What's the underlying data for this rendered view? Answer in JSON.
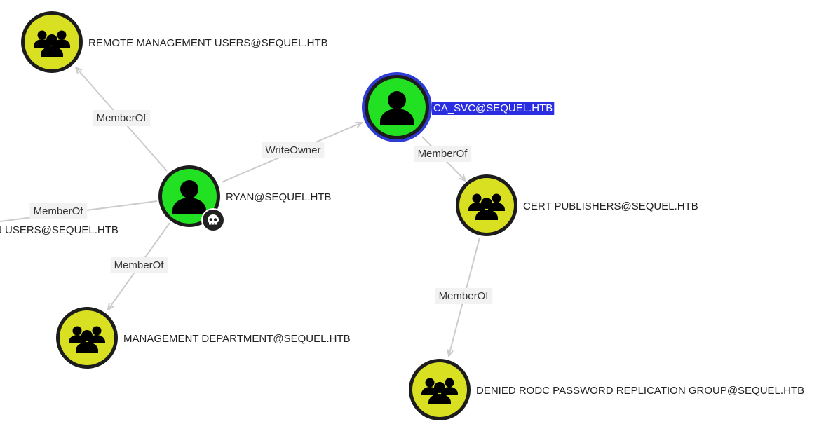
{
  "graph": {
    "colors": {
      "group_fill": "#d9e021",
      "user_fill": "#22e022",
      "node_border": "#1c1c1c",
      "icon": "#000000",
      "edge": "#cccccc",
      "edge_label_bg": "#f2f2f2",
      "selected_border": "#2f3bd6",
      "selected_label_bg": "#2a2ee0",
      "owned_badge": "#222222"
    },
    "nodes": [
      {
        "id": "remote_mgmt",
        "label": "REMOTE MANAGEMENT USERS@SEQUEL.HTB",
        "kind": "group",
        "icon": "group-icon"
      },
      {
        "id": "ca_svc",
        "label": "CA_SVC@SEQUEL.HTB",
        "kind": "user",
        "icon": "user-icon",
        "selected": true
      },
      {
        "id": "ryan",
        "label": "RYAN@SEQUEL.HTB",
        "kind": "user",
        "icon": "user-icon",
        "owned": true,
        "badge_icon": "skull-icon"
      },
      {
        "id": "cert_publishers",
        "label": "CERT PUBLISHERS@SEQUEL.HTB",
        "kind": "group",
        "icon": "group-icon"
      },
      {
        "id": "n_users",
        "label": "N USERS@SEQUEL.HTB",
        "kind": "group",
        "icon": "group-icon",
        "offscreen": true
      },
      {
        "id": "mgmt_dept",
        "label": "MANAGEMENT DEPARTMENT@SEQUEL.HTB",
        "kind": "group",
        "icon": "group-icon"
      },
      {
        "id": "denied_rodc",
        "label": "DENIED RODC PASSWORD REPLICATION GROUP@SEQUEL.HTB",
        "kind": "group",
        "icon": "group-icon"
      }
    ],
    "edges": [
      {
        "id": "ryan_remote",
        "from": "ryan",
        "to": "remote_mgmt",
        "label": "MemberOf"
      },
      {
        "id": "ryan_ca",
        "from": "ryan",
        "to": "ca_svc",
        "label": "WriteOwner"
      },
      {
        "id": "ryan_nusers",
        "from": "ryan",
        "to": "n_users",
        "label": "MemberOf"
      },
      {
        "id": "ryan_mgmt",
        "from": "ryan",
        "to": "mgmt_dept",
        "label": "MemberOf"
      },
      {
        "id": "ca_cert",
        "from": "ca_svc",
        "to": "cert_publishers",
        "label": "MemberOf"
      },
      {
        "id": "cert_denied",
        "from": "cert_publishers",
        "to": "denied_rodc",
        "label": "MemberOf"
      }
    ]
  }
}
